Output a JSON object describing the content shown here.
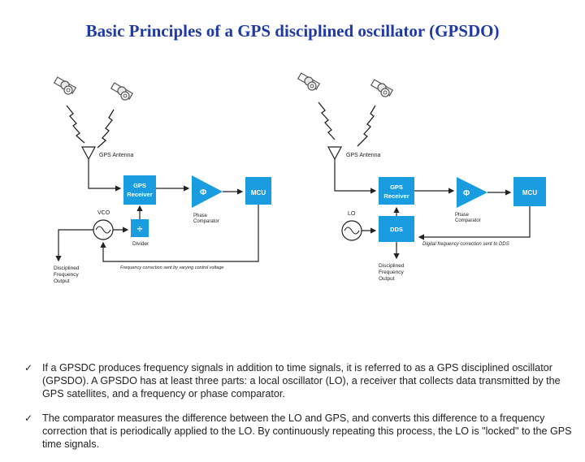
{
  "title": "Basic Principles of a GPS disciplined oscillator (GPSDO)",
  "left": {
    "antenna": "GPS Antenna",
    "receiver": [
      "GPS",
      "Receiver"
    ],
    "phi": "Φ",
    "mcu": "MCU",
    "phase_comp": [
      "Phase",
      "Comparator"
    ],
    "vco": "VCO",
    "divider_symbol": "÷",
    "divider": "Divider",
    "output": [
      "Disciplined",
      "Frequency",
      "Output"
    ],
    "note": "Frequency correction sent by varying control voltage"
  },
  "right": {
    "antenna": "GPS Antenna",
    "receiver": [
      "GPS",
      "Receiver"
    ],
    "phi": "Φ",
    "mcu": "MCU",
    "phase_comp": [
      "Phase",
      "Comparator"
    ],
    "lo": "LO",
    "dds": "DDS",
    "output": [
      "Disciplined",
      "Frequency",
      "Output"
    ],
    "note": "Digital frequency correction sent to DDS"
  },
  "bullets": [
    "If a GPSDC produces frequency signals in addition to time signals, it is referred to as a GPS disciplined oscillator (GPSDO). A GPSDO has at least three parts: a local oscillator (LO), a receiver that collects data transmitted by the GPS satellites, and a frequency or phase comparator.",
    "The comparator measures the difference between the LO and GPS, and converts this difference to a frequency correction that is periodically applied to the LO. By continuously repeating this process, the LO is \"locked\" to the GPS time signals."
  ],
  "check_glyph": "✓",
  "colors": {
    "title": "#1f3aa6",
    "block": "#1a9de0",
    "satellite": "#9a9a9a"
  }
}
